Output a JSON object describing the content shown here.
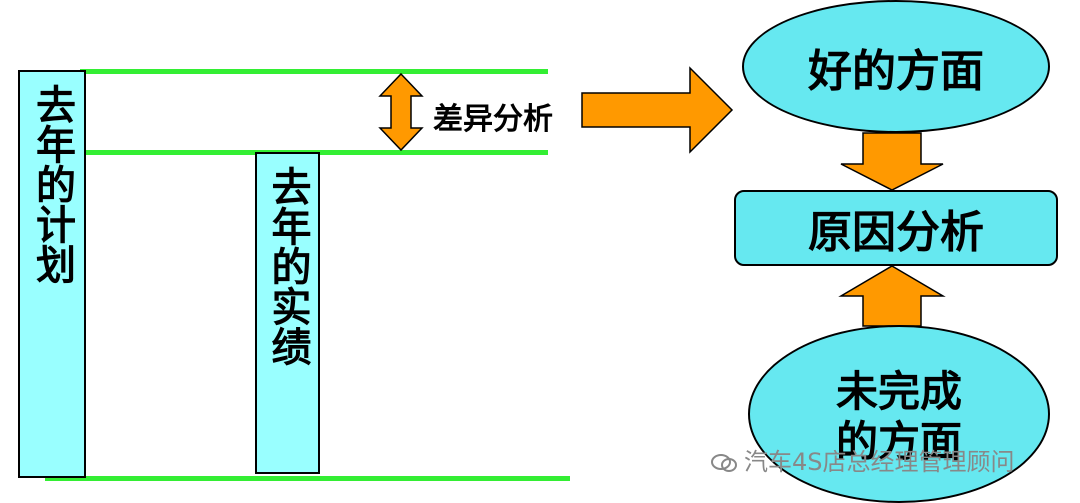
{
  "left_bar": {
    "text": "去年的计划"
  },
  "mid_bar": {
    "text": "去年的实绩"
  },
  "diff_label": "差异分析",
  "good_aspects": "好的方面",
  "cause_analysis": "原因分析",
  "unfinished": "未完成的方面",
  "watermark": "汽车4S店总经理管理顾问",
  "colors": {
    "bar_fill": "#99ffff",
    "ellipse_fill": "#66e8f0",
    "guide_line": "#33ee33",
    "arrow_fill": "#ff9900"
  }
}
